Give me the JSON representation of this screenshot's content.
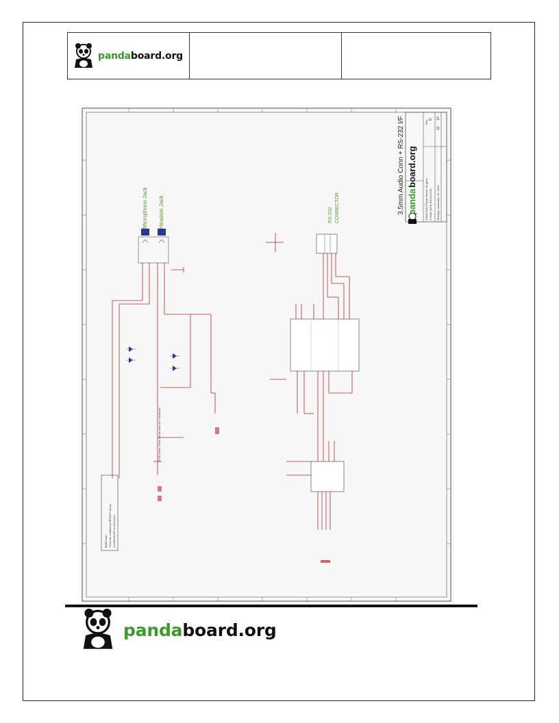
{
  "header": {
    "logo_text_green": "panda",
    "logo_text_black": "board.org",
    "logo_icon": "panda-icon"
  },
  "schematic": {
    "title": "3.5mm Audio Conn + RS-232 I/F",
    "brand_green": "panda",
    "brand_black": "board.org",
    "title_block_lines": [
      "OMAP4430 Panda Board, DL(gen)",
      "3.5MM JACK RS232.DSN",
      "Monday, November 29, 2010"
    ],
    "rev_label": "Rev",
    "rev_value": "D",
    "sheet_value": "12",
    "of_value": "14",
    "microphone_jack_label": "Microphone Jack",
    "headset_jack_label": "Headset Jack",
    "rs232_label_line1": "RS-232",
    "rs232_label_line2": "CONNECTOR",
    "pcb_note_1": "PCB Notes:  Place circuit near A/V connector.",
    "bom_note_lines": [
      "BOM Notes:",
      "These are installed by DEFAULT also(s)",
      "a stuffed ALLBT to connectors"
    ]
  },
  "footer": {
    "logo_text_green": "panda",
    "logo_text_black": "board.org",
    "logo_icon": "panda-icon"
  },
  "colors": {
    "brand_green": "#3a9a2a",
    "wire_red": "#b4282d",
    "part_blue": "#2a3a8a",
    "label_green": "#5a9a2a"
  }
}
